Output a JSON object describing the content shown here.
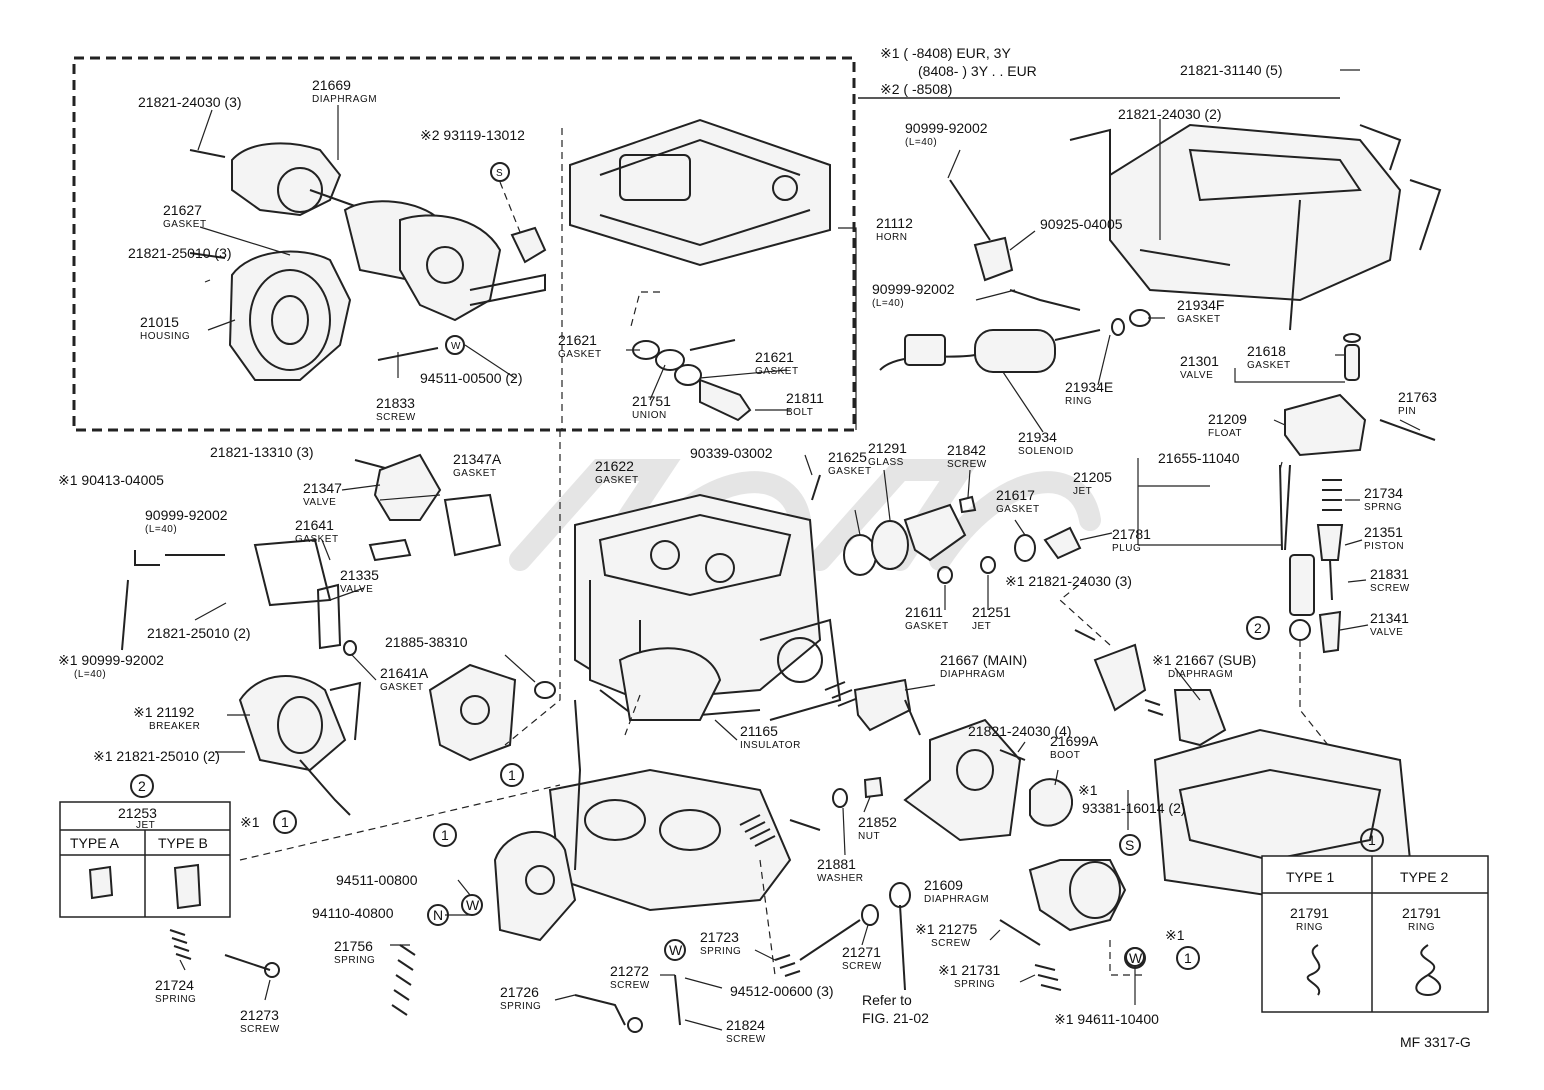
{
  "notes": {
    "n1_row1": "※1 (      -8408) EUR, 3Y",
    "n1_row2": "(8408-         ) 3Y . . EUR",
    "n2_row1": "※2 (      -8508)"
  },
  "labels": [
    {
      "id": "p21821-31140",
      "pn": "21821-31140 (5)",
      "name": ""
    },
    {
      "id": "p21821-24030-3-top",
      "pn": "21821-24030 (3)",
      "name": ""
    },
    {
      "id": "p21669",
      "pn": "21669",
      "name": "DIAPHRAGM"
    },
    {
      "id": "p93119",
      "pn": "※2 93119-13012",
      "name": ""
    },
    {
      "id": "p21627",
      "pn": "21627",
      "name": "GASKET"
    },
    {
      "id": "p21821-25010-3",
      "pn": "21821-25010 (3)",
      "name": ""
    },
    {
      "id": "p21015",
      "pn": "21015",
      "name": "HOUSING"
    },
    {
      "id": "p21833",
      "pn": "21833",
      "name": "SCREW"
    },
    {
      "id": "p94511-00500",
      "pn": "94511-00500 (2)",
      "name": ""
    },
    {
      "id": "p21112",
      "pn": "21112",
      "name": "HORN"
    },
    {
      "id": "p21621a",
      "pn": "21621",
      "name": "GASKET"
    },
    {
      "id": "p21621b",
      "pn": "21621",
      "name": "GASKET"
    },
    {
      "id": "p21751",
      "pn": "21751",
      "name": "UNION"
    },
    {
      "id": "p21811",
      "pn": "21811",
      "name": "BOLT"
    },
    {
      "id": "p90999-a",
      "pn": "90999-92002",
      "name": "(L=40)"
    },
    {
      "id": "p90925",
      "pn": "90925-04005",
      "name": ""
    },
    {
      "id": "p90999-b",
      "pn": "90999-92002",
      "name": "(L=40)"
    },
    {
      "id": "p21821-24030-2",
      "pn": "21821-24030 (2)",
      "name": ""
    },
    {
      "id": "p21934F",
      "pn": "21934F",
      "name": "GASKET"
    },
    {
      "id": "p21934E",
      "pn": "21934E",
      "name": "RING"
    },
    {
      "id": "p21934",
      "pn": "21934",
      "name": "SOLENOID"
    },
    {
      "id": "p21301",
      "pn": "21301",
      "name": "VALVE"
    },
    {
      "id": "p21618",
      "pn": "21618",
      "name": "GASKET"
    },
    {
      "id": "p21763",
      "pn": "21763",
      "name": "PIN"
    },
    {
      "id": "p21209",
      "pn": "21209",
      "name": "FLOAT"
    },
    {
      "id": "p21821-13310",
      "pn": "21821-13310 (3)",
      "name": ""
    },
    {
      "id": "p21347A",
      "pn": "21347A",
      "name": "GASKET"
    },
    {
      "id": "p21347",
      "pn": "21347",
      "name": "VALVE"
    },
    {
      "id": "p90413",
      "pn": "※1 90413-04005",
      "name": ""
    },
    {
      "id": "p90999-c",
      "pn": "90999-92002",
      "name": "(L=40)"
    },
    {
      "id": "p21641",
      "pn": "21641",
      "name": "GASKET"
    },
    {
      "id": "p21335",
      "pn": "21335",
      "name": "VALVE"
    },
    {
      "id": "p21821-25010-2",
      "pn": "21821-25010 (2)",
      "name": ""
    },
    {
      "id": "p90999-d",
      "pn": "※1 90999-92002",
      "name": "(L=40)"
    },
    {
      "id": "p21641A",
      "pn": "21641A",
      "name": "GASKET"
    },
    {
      "id": "p21192",
      "pn": "※1 21192",
      "name": "BREAKER"
    },
    {
      "id": "p21821-25010-2b",
      "pn": "※1 21821-25010 (2)",
      "name": ""
    },
    {
      "id": "p21622",
      "pn": "21622",
      "name": "GASKET"
    },
    {
      "id": "p90339",
      "pn": "90339-03002",
      "name": ""
    },
    {
      "id": "p21625",
      "pn": "21625",
      "name": "GASKET"
    },
    {
      "id": "p21291",
      "pn": "21291",
      "name": "GLASS"
    },
    {
      "id": "p21842",
      "pn": "21842",
      "name": "SCREW"
    },
    {
      "id": "p21617",
      "pn": "21617",
      "name": "GASKET"
    },
    {
      "id": "p21781",
      "pn": "21781",
      "name": "PLUG"
    },
    {
      "id": "p21205",
      "pn": "21205",
      "name": "JET"
    },
    {
      "id": "p21655",
      "pn": "21655-11040",
      "name": ""
    },
    {
      "id": "p21734",
      "pn": "21734",
      "name": "SPRNG"
    },
    {
      "id": "p21351",
      "pn": "21351",
      "name": "PISTON"
    },
    {
      "id": "p21831",
      "pn": "21831",
      "name": "SCREW"
    },
    {
      "id": "p21341",
      "pn": "21341",
      "name": "VALVE"
    },
    {
      "id": "p21611",
      "pn": "21611",
      "name": "GASKET"
    },
    {
      "id": "p21251",
      "pn": "21251",
      "name": "JET"
    },
    {
      "id": "p21821-24030-3b",
      "pn": "※1 21821-24030 (3)",
      "name": ""
    },
    {
      "id": "p21885",
      "pn": "21885-38310",
      "name": ""
    },
    {
      "id": "p21667main",
      "pn": "21667 (MAIN)",
      "name": "DIAPHRAGM"
    },
    {
      "id": "p21667sub",
      "pn": "※1 21667 (SUB)",
      "name": "DIAPHRAGM"
    },
    {
      "id": "p21165",
      "pn": "21165",
      "name": "INSULATOR"
    },
    {
      "id": "p21821-24030-4",
      "pn": "21821-24030 (4)",
      "name": ""
    },
    {
      "id": "p21699A",
      "pn": "21699A",
      "name": "BOOT"
    },
    {
      "id": "p93381",
      "pn": "93381-16014 (2)",
      "name": ""
    },
    {
      "id": "p21852",
      "pn": "21852",
      "name": "NUT"
    },
    {
      "id": "p21881",
      "pn": "21881",
      "name": "WASHER"
    },
    {
      "id": "p94511-00800",
      "pn": "94511-00800",
      "name": ""
    },
    {
      "id": "p94110",
      "pn": "94110-40800",
      "name": ""
    },
    {
      "id": "p21756",
      "pn": "21756",
      "name": "SPRING"
    },
    {
      "id": "p21724",
      "pn": "21724",
      "name": "SPRING"
    },
    {
      "id": "p21273",
      "pn": "21273",
      "name": "SCREW"
    },
    {
      "id": "p21726",
      "pn": "21726",
      "name": "SPRING"
    },
    {
      "id": "p21272",
      "pn": "21272",
      "name": "SCREW"
    },
    {
      "id": "p94512",
      "pn": "94512-00600 (3)",
      "name": ""
    },
    {
      "id": "p21824",
      "pn": "21824",
      "name": "SCREW"
    },
    {
      "id": "p21723",
      "pn": "21723",
      "name": "SPRING"
    },
    {
      "id": "p21271",
      "pn": "21271",
      "name": "SCREW"
    },
    {
      "id": "p21609",
      "pn": "21609",
      "name": "DIAPHRAGM"
    },
    {
      "id": "p21275",
      "pn": "※1 21275",
      "name": "SCREW"
    },
    {
      "id": "p21731",
      "pn": "※1 21731",
      "name": "SPRING"
    },
    {
      "id": "p94611",
      "pn": "※1 94611-10400",
      "name": ""
    }
  ],
  "refer": {
    "line1": "Refer to",
    "line2": "FIG. 21-02"
  },
  "star1": "※1",
  "circle_marks": {
    "one": "1",
    "two": "2",
    "s": "S",
    "w": "W",
    "n": "N"
  },
  "jet_table": {
    "marker": "2",
    "pn": "21253",
    "name": "JET",
    "col_a": "TYPE A",
    "col_b": "TYPE B"
  },
  "ring_table": {
    "marker": "1",
    "col_1": "TYPE 1",
    "col_2": "TYPE 2",
    "pn_1": "21791",
    "name_1": "RING",
    "pn_2": "21791",
    "name_2": "RING"
  },
  "figure_code": "MF 3317-G"
}
